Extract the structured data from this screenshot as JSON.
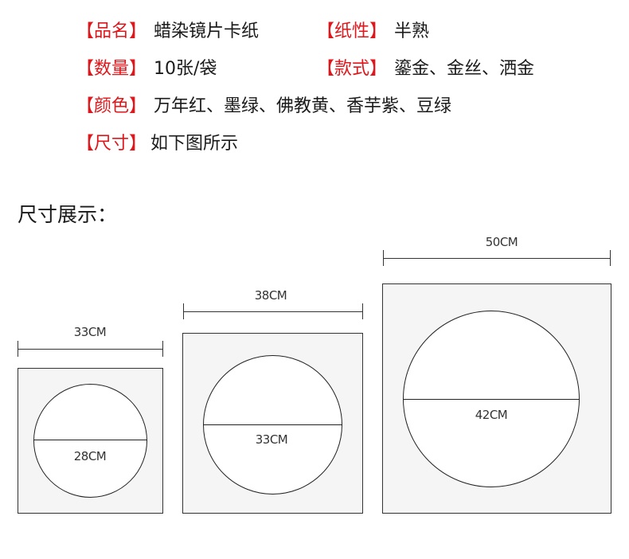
{
  "specs": [
    {
      "label": "【品名】",
      "value": "蜡染镜片卡纸"
    },
    {
      "label": "【纸性】",
      "value": "半熟"
    },
    {
      "label": "【数量】",
      "value": "10张/袋"
    },
    {
      "label": "【款式】",
      "value": "鎏金、金丝、洒金"
    },
    {
      "label": "【颜色】",
      "value": "万年红、墨绿、佛教黄、香芋紫、豆绿"
    },
    {
      "label": "【尺寸】",
      "value": "如下图所示"
    }
  ],
  "section_title": "尺寸展示：",
  "sizes": [
    {
      "outer": "33CM",
      "inner": "28CM"
    },
    {
      "outer": "38CM",
      "inner": "33CM"
    },
    {
      "outer": "50CM",
      "inner": "42CM"
    }
  ],
  "colors": {
    "label_red": "#e0161b",
    "panel_fill": "#f5f5f5",
    "stroke": "#222222"
  }
}
